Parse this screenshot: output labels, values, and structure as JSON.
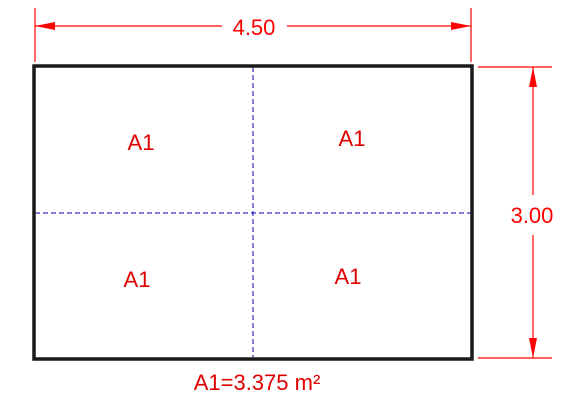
{
  "dimensions": {
    "width_label": "4.50",
    "height_label": "3.00"
  },
  "areas": [
    {
      "label": "A1"
    },
    {
      "label": "A1"
    },
    {
      "label": "A1"
    },
    {
      "label": "A1"
    }
  ],
  "formula": "A1=3.375 m²",
  "colors": {
    "dimension": "#ff0000",
    "outline": "#1a1a1a",
    "centerline": "#0000aa",
    "label": "#e00000"
  }
}
